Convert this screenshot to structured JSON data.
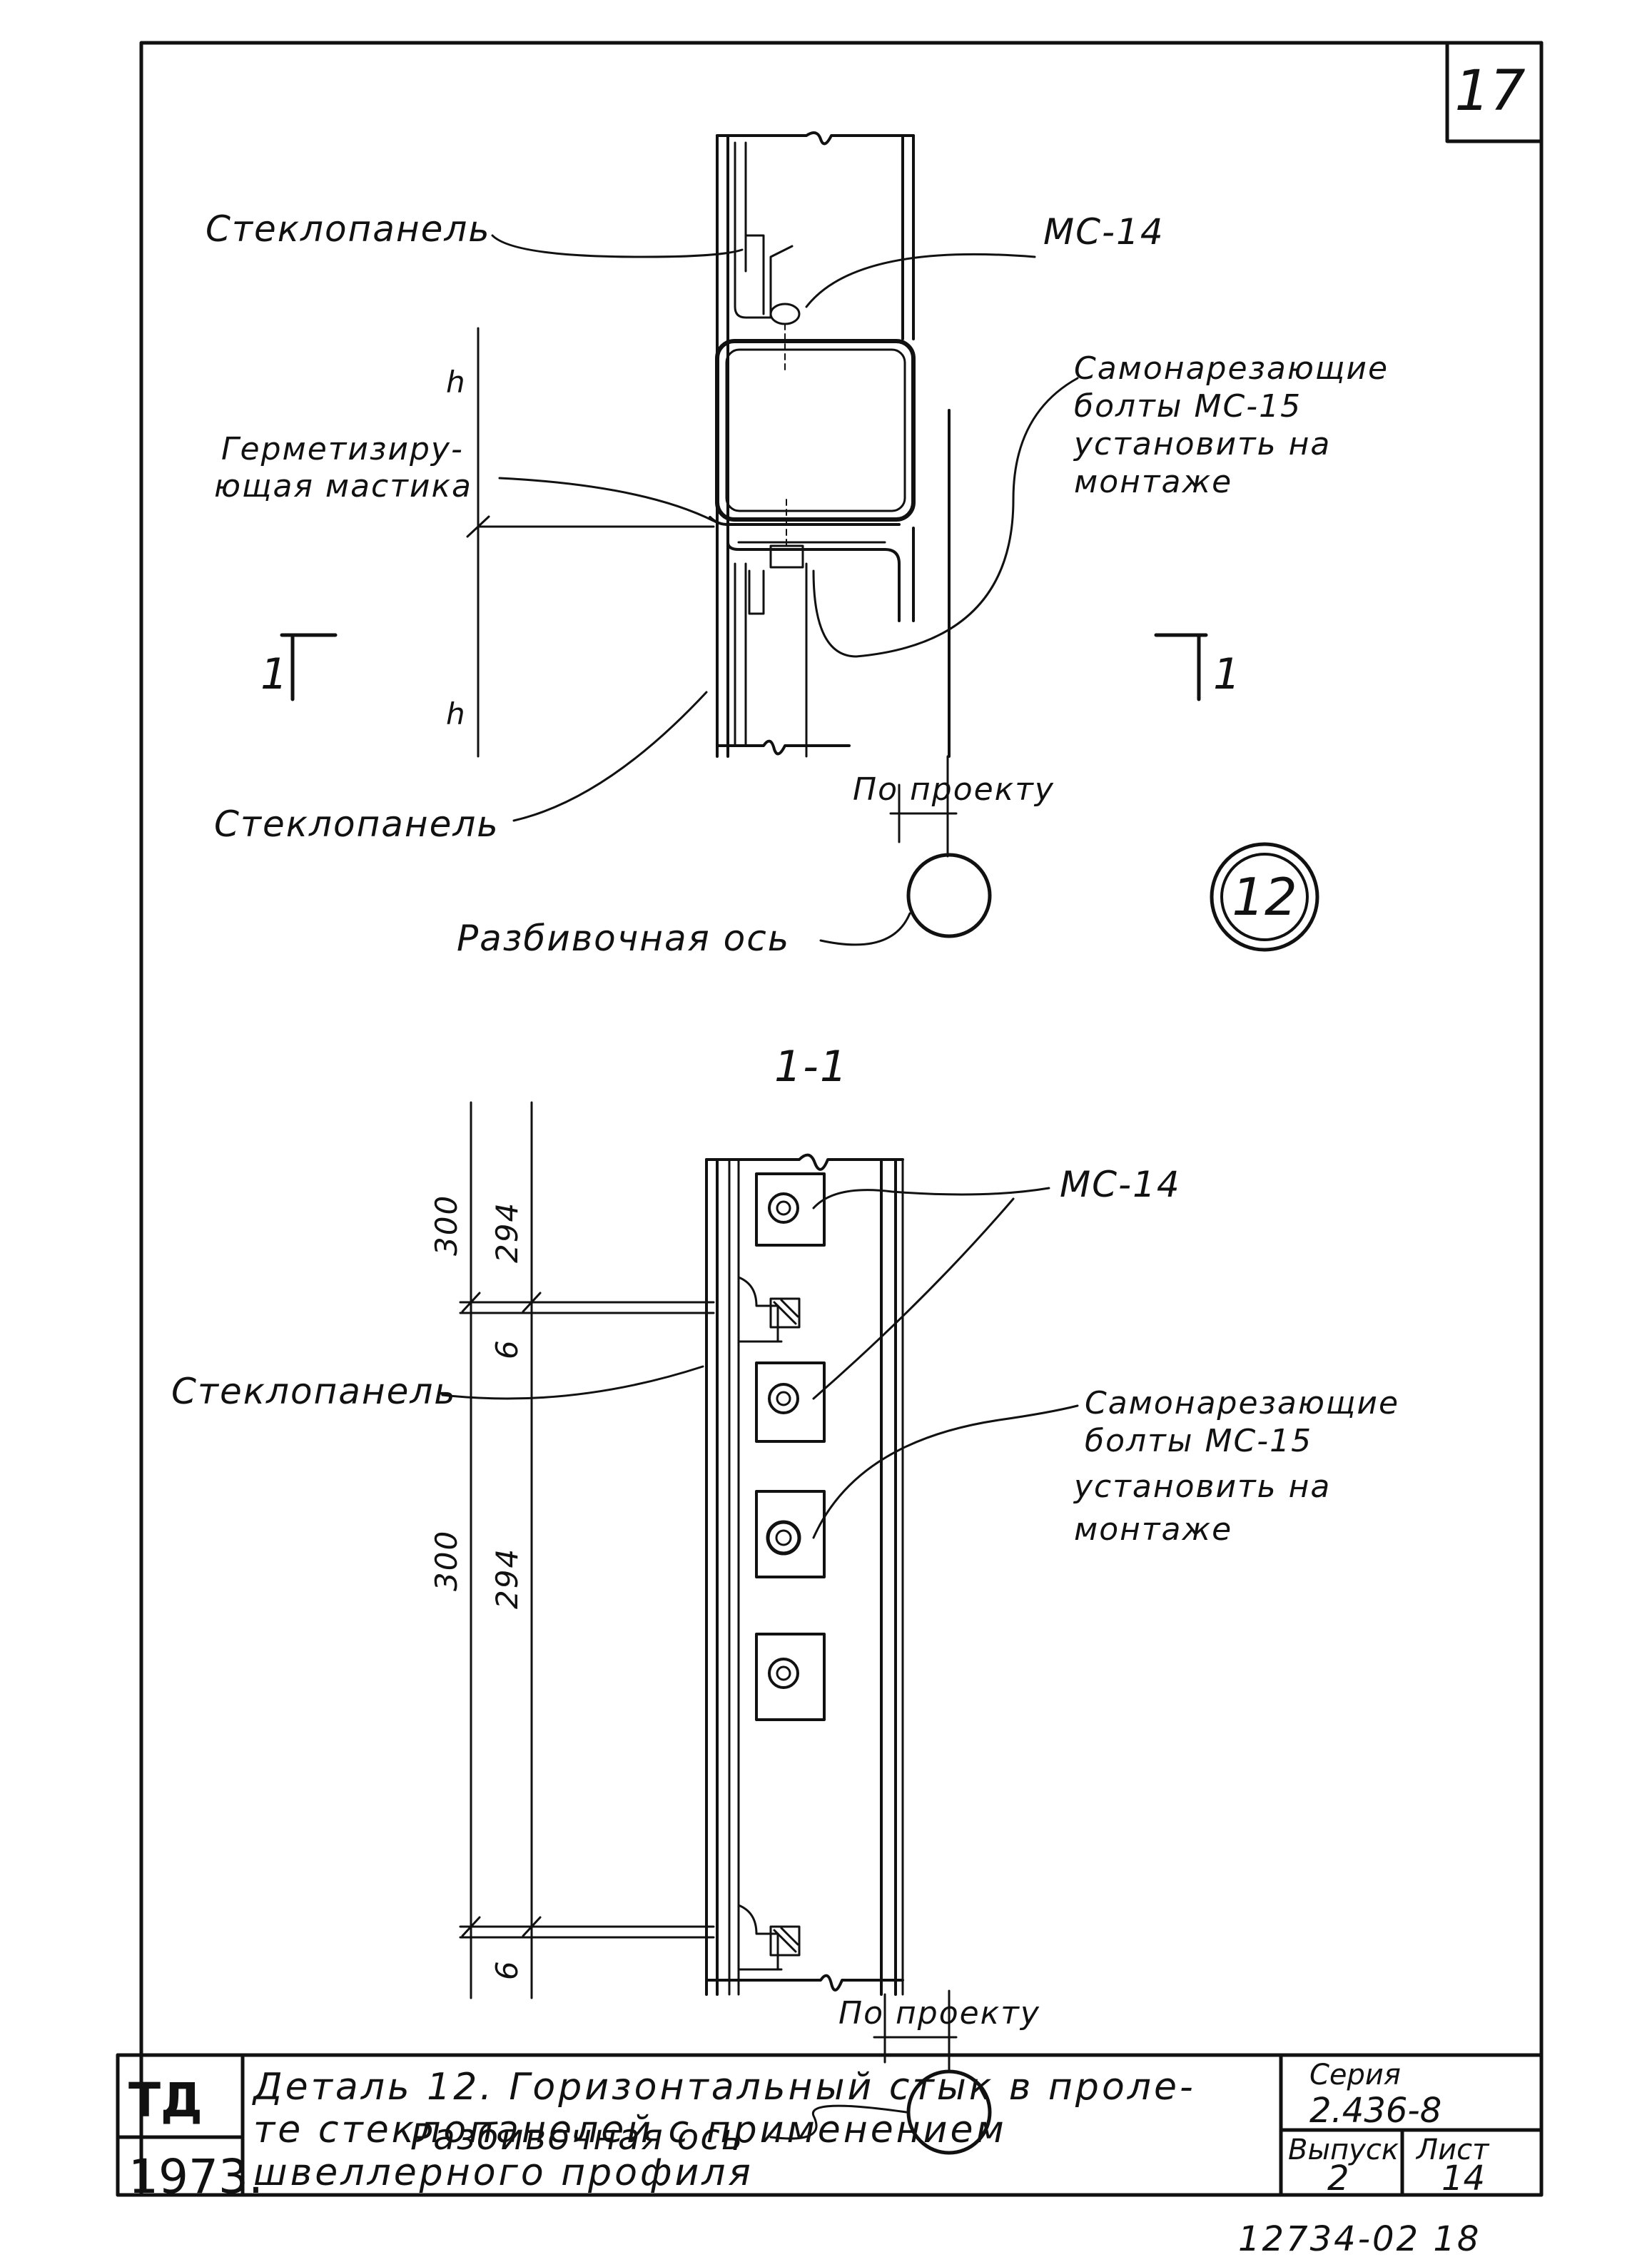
{
  "sheet_number": "17",
  "detail_callout": "12",
  "upper_view": {
    "label_glass_panel_top": "Стеклопанель",
    "label_glass_panel_bottom": "Стеклопанель",
    "label_ms14": "МС-14",
    "label_sealant_line1": "Герметизиру-",
    "label_sealant_line2": "ющая мастика",
    "label_bolts_line1": "Самонарезающие",
    "label_bolts_line2": "болты МС-15",
    "label_bolts_line3": "установить на",
    "label_bolts_line4": "монтаже",
    "dim_h_top": "h",
    "dim_h_bottom": "h",
    "dim_by_project": "По проекту",
    "label_axis": "Разбивочная ось",
    "section_mark_left": "1",
    "section_mark_right": "1"
  },
  "section_view": {
    "title": "1-1",
    "label_ms14": "МС-14",
    "label_glass_panel": "Стеклопанель",
    "label_bolts_line1": "Самонарезающие",
    "label_bolts_line2": "болты МС-15",
    "label_bolts_line3": "установить на",
    "label_bolts_line4": "монтаже",
    "dims_outer": [
      "300",
      "300"
    ],
    "dims_inner": [
      "294",
      "6",
      "294",
      "6"
    ],
    "dim_by_project": "По проекту",
    "label_axis": "Разбивочная ось"
  },
  "title_block": {
    "org": "ТД",
    "year": "1973.",
    "title_line1": "Деталь 12. Горизонтальный стык в проле-",
    "title_line2": "те стеклопанелей с применением",
    "title_line3": "швеллерного профиля",
    "series_label": "Серия",
    "series_value": "2.436-8",
    "issue_label": "Выпуск",
    "issue_value": "2",
    "sheet_label": "Лист",
    "sheet_value": "14"
  },
  "document_number": "12734-02 18",
  "colors": {
    "ink": "#111111",
    "paper": "#ffffff"
  }
}
